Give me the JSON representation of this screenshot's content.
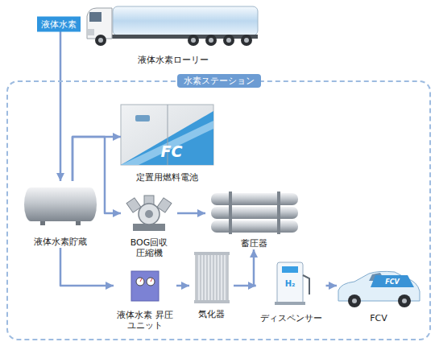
{
  "diagram": {
    "nodes": [
      {
        "text": [
          "液体水素ローリー"
        ]
      },
      {
        "text": [
          "水素ステーション"
        ]
      },
      {
        "text": [
          "定置用燃料電池"
        ],
        "in": 1
      },
      {
        "text": [
          "液体水素貯蔵"
        ],
        "in": 1
      },
      {
        "text": [
          "BOG回収 圧縮機"
        ],
        "in": 1
      },
      {
        "text": [
          "蓄圧器"
        ],
        "in": 1
      },
      {
        "text": [
          "液体水素 昇圧ユニット"
        ],
        "in": 1
      },
      {
        "text": [
          "気化器"
        ],
        "in": 1
      },
      {
        "text": [
          "ディスペンサー"
        ],
        "in": 1
      },
      {
        "text": [
          "FCV"
        ],
        "in": 1
      }
    ],
    "edges": [
      {
        "from": 0,
        "to": 3,
        "label": "液体水素",
        "arrow": "to"
      },
      {
        "from": 3,
        "to": 2,
        "arrow": "to"
      },
      {
        "from": 3,
        "to": 4,
        "arrow": "to"
      },
      {
        "from": 4,
        "to": 5,
        "arrow": "to"
      },
      {
        "from": 3,
        "to": 6,
        "arrow": "to"
      },
      {
        "from": 6,
        "to": 7,
        "arrow": "to"
      },
      {
        "from": 7,
        "to": 8,
        "arrow": "to"
      },
      {
        "from": 5,
        "to": 8,
        "arrow": "both"
      },
      {
        "from": 8,
        "to": 9,
        "arrow": "to"
      }
    ],
    "labels": [
      "FC",
      "H₂",
      "FCV"
    ]
  }
}
